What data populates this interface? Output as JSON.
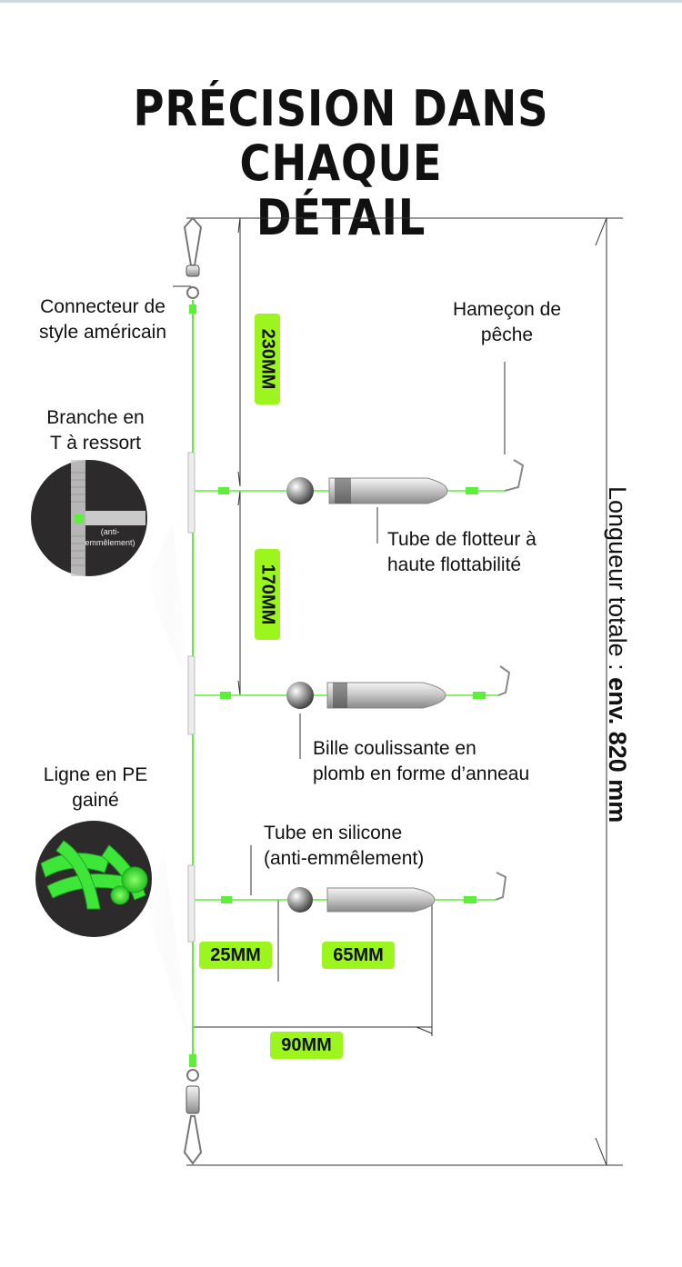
{
  "title_line1": "PRÉCISION DANS CHAQUE",
  "title_line2": "DÉTAIL",
  "labels": {
    "connector_l1": "Connecteur de",
    "connector_l2": "style américain",
    "hook_l1": "Hameçon de",
    "hook_l2": "pêche",
    "branch_l1": "Branche en",
    "branch_l2": "T à ressort",
    "anti_l1": "(anti-",
    "anti_l2": "emmêlement)",
    "float_l1": "Tube de flotteur à",
    "float_l2": "haute flottabilité",
    "bead_l1": "Bille coulissante en",
    "bead_l2": "plomb en forme d’anneau",
    "pe_l1": "Ligne en PE",
    "pe_l2": "gainé",
    "silicone_l1": "Tube en silicone",
    "silicone_l2": "(anti-emmêlement)"
  },
  "measures": {
    "m230": "230MM",
    "m170": "170MM",
    "m25": "25MM",
    "m65": "65MM",
    "m90": "90MM"
  },
  "total_prefix": "Longueur totale : ",
  "total_value": "env. 820 mm",
  "colors": {
    "line_green": "#5df03a",
    "badge_green": "#9cf51c",
    "circle_bg": "#2c2a2b"
  }
}
